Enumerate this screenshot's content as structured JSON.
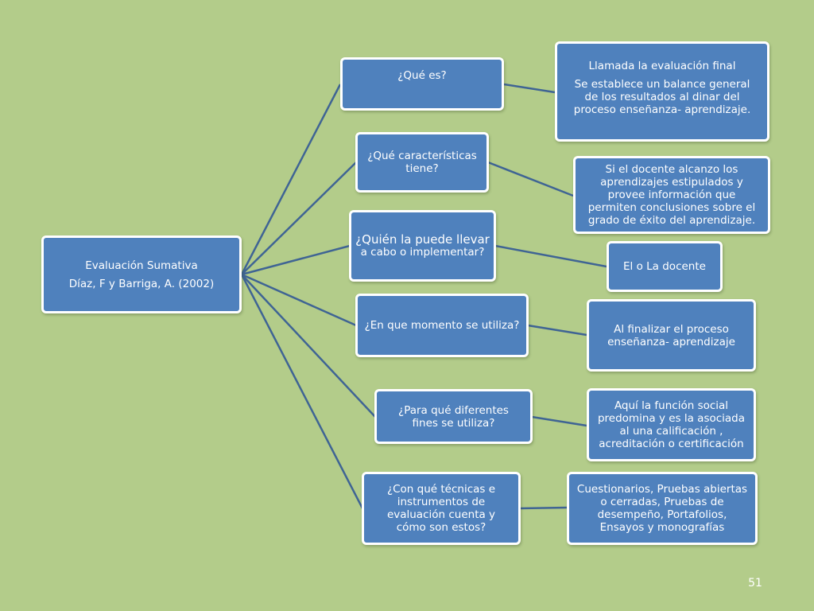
{
  "root": {
    "line1": "Evaluación Sumativa",
    "line2": "Díaz, F y Barriga, A. (2002)"
  },
  "branches": [
    {
      "question": "¿Qué es?",
      "answer": [
        "Llamada la evaluación final",
        "Se establece un balance general",
        "de los resultados  al dinar del",
        "proceso enseñanza- aprendizaje."
      ]
    },
    {
      "question": [
        "¿Qué características",
        "tiene?"
      ],
      "answer": [
        "Si el docente alcanzo  los",
        "aprendizajes estipulados y",
        "provee información que",
        "permiten conclusiones sobre el",
        "grado de éxito del aprendizaje."
      ]
    },
    {
      "question": [
        "¿Quién la puede llevar",
        "a cabo o implementar?"
      ],
      "answer": "El o La docente"
    },
    {
      "question": "¿En que momento  se utiliza?",
      "answer": [
        "Al finalizar  el proceso",
        "enseñanza- aprendizaje"
      ]
    },
    {
      "question": [
        "¿Para  qué diferentes",
        "fines se utiliza?"
      ],
      "answer": [
        "Aquí la función social",
        "predomina y es la asociada",
        "al una calificación ,",
        "acreditación o certificación"
      ]
    },
    {
      "question": [
        "¿Con qué técnicas e",
        "instrumentos de",
        "evaluación cuenta y",
        "cómo son estos?"
      ],
      "answer": [
        "Cuestionarios, Pruebas abiertas",
        "o cerradas, Pruebas de",
        "desempeño, Portafolios,",
        "Ensayos y monografías"
      ]
    }
  ],
  "page_number": "51",
  "colors": {
    "background": "#b3cc8a",
    "node_fill": "#4f81bd",
    "node_border": "#ffffff",
    "connector": "#3f6494"
  }
}
